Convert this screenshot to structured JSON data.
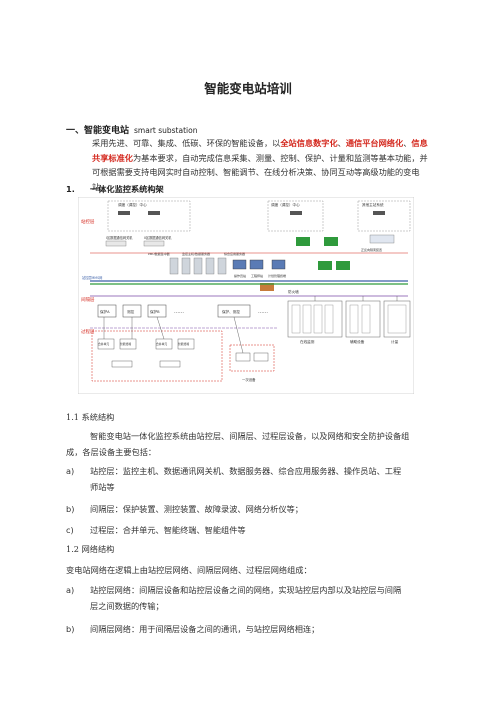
{
  "doc": {
    "title": "智能变电站培训",
    "section1": {
      "heading": "一、智能变电站",
      "heading_en": "smart substation"
    },
    "para1": {
      "t1": "采用先进、可靠、集成、低碳、环保的智能设备，以",
      "r1": "全站信息数字化",
      "t2": "、",
      "r2": "通信平台网络化",
      "t3": "、",
      "r3": "信息共享标准化",
      "t4": "为基本要求，自动完成信息采集、测量、控制、保护、计量和监测等基本功能，并可根据需要支持电网实时自动控制、智能调节、在线分析决策、协同互动等高级功能的变电站。"
    },
    "sub1": {
      "num": "1.",
      "label": "一体化监控系统构架"
    },
    "sec11": {
      "label": "1.1 系统结构"
    },
    "para11": "智能变电站一体化监控系统由站控层、间隔层、过程层设备，以及网络和安全防护设备组成，各层设备主要包括：",
    "list11": [
      {
        "bullet": "a)",
        "text": "站控层：监控主机、数据通讯网关机、数据服务器、综合应用服务器、操作员站、工程师站等"
      },
      {
        "bullet": "b)",
        "text": "间隔层：保护装置、测控装置、故障录波、网络分析仪等；"
      },
      {
        "bullet": "c)",
        "text": "过程层：合并单元、智能终端、智能组件等"
      }
    ],
    "sec12": {
      "label": "1.2 网络结构"
    },
    "para12": "变电站网络在逻辑上由站控层网络、间隔层网络、过程层网络组成：",
    "list12": [
      {
        "bullet": "a)",
        "text": "站控层网络：间隔层设备和站控层设备之间的网络，实现站控层内部以及站控层与间隔层之间数据的传输；"
      },
      {
        "bullet": "b)",
        "text": "间隔层网络：用于间隔层设备之间的通讯，与站控层网络相连；"
      }
    ]
  },
  "diagram": {
    "left_labels": [
      "站控层",
      "间隔层",
      "过程层"
    ],
    "top_centers": [
      "调度（调控）中心",
      "调度（调控）中心",
      "其他主站系统"
    ],
    "station_devices": [
      "I区数据通信网关机",
      "II区数据通信网关机",
      "PMU数据集中器",
      "监控主机/数据服务器",
      "综合应用服务器",
      "操作员站",
      "工程师站",
      "计划管理终端"
    ],
    "net_labels": [
      "站控层MMS网",
      "过程层GOOSE网",
      "过程层SV网",
      "防火墙",
      "正反向隔离装置"
    ],
    "bay_devices": [
      "保护A",
      "测控",
      "保护B",
      "保护、测控"
    ],
    "process_devices": [
      "合并单元",
      "智能终端",
      "合并单元",
      "智能终端"
    ],
    "bottom_labels": [
      "一次设备",
      "在线监测",
      "辅助设备",
      "计量"
    ],
    "colors": {
      "red": "#d4281e",
      "blue": "#3a5fa8",
      "green": "#2f9a3c",
      "purple": "#7a4aa8"
    }
  }
}
